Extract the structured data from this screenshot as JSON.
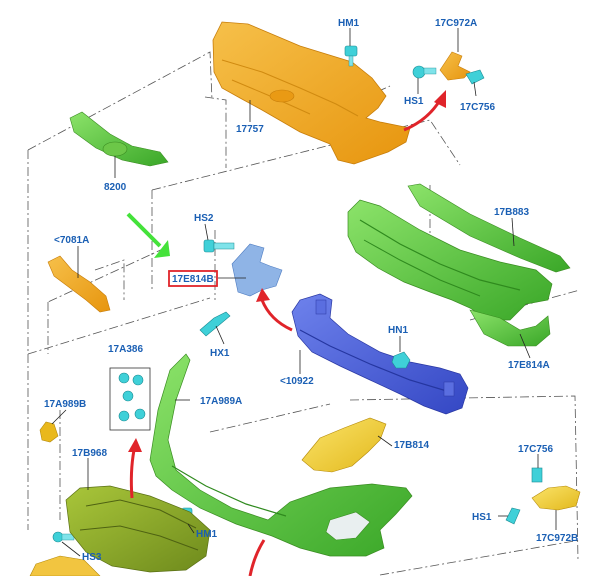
{
  "labels": {
    "hm1_top": "HM1",
    "c17c972a": "17C972A",
    "hs1_top": "HS1",
    "c17c756_top": "17C756",
    "c17757": "17757",
    "c8200": "8200",
    "c17b883": "17B883",
    "c7081a": "<7081A",
    "hs2": "HS2",
    "c17e814b": "17E814B",
    "hx1": "HX1",
    "hn1": "HN1",
    "c17e814a": "17E814A",
    "c10922": "<10922",
    "c17a386": "17A386",
    "c17a989a": "17A989A",
    "c17a989b": "17A989B",
    "c17b968": "17B968",
    "c17b814": "17B814",
    "c17c756_bot": "17C756",
    "hs1_bot": "HS1",
    "c17c972b": "17C972B",
    "hm1_bot": "HM1",
    "hs3": "HS3"
  },
  "colors": {
    "label": "#1a5fb4",
    "orange_part": "#f2a51a",
    "green_part": "#5cc43a",
    "blue_part": "#4a5fd6",
    "light_blue_part": "#8fb4e6",
    "cyan_fastener": "#3fd0d8",
    "yellow_part": "#f3d43a",
    "highlight_box": "#e0242a",
    "arrow_red": "#e0242a",
    "arrow_green": "#44e23a"
  }
}
